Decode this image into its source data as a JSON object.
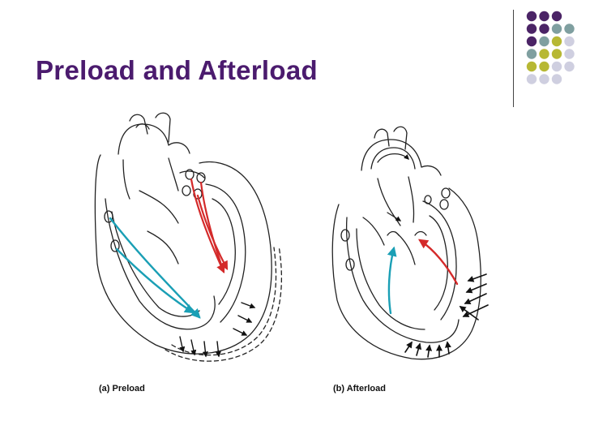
{
  "slide": {
    "title": "Preload and Afterload"
  },
  "panels": [
    {
      "caption": "(a) Preload"
    },
    {
      "caption": "(b) Afterload"
    }
  ],
  "colors": {
    "title": "#4b1b6e",
    "blood_flow_venous": "#1a9fb5",
    "blood_flow_arterial": "#d42a2a",
    "outline": "#222222",
    "dot_purple": "#4b2466",
    "dot_teal": "#7f9fa0",
    "dot_olive": "#b7b834",
    "dot_lavender": "#cfcfe0"
  },
  "decor": {
    "dot_grid": [
      [
        "dot_purple",
        "dot_purple",
        "dot_purple",
        null
      ],
      [
        "dot_purple",
        "dot_purple",
        "dot_teal",
        "dot_teal"
      ],
      [
        "dot_purple",
        "dot_teal",
        "dot_olive",
        "dot_lavender"
      ],
      [
        "dot_teal",
        "dot_olive",
        "dot_olive",
        "dot_lavender"
      ],
      [
        "dot_olive",
        "dot_olive",
        "dot_lavender",
        "dot_lavender"
      ],
      [
        "dot_lavender",
        "dot_lavender",
        "dot_lavender",
        null
      ]
    ]
  }
}
